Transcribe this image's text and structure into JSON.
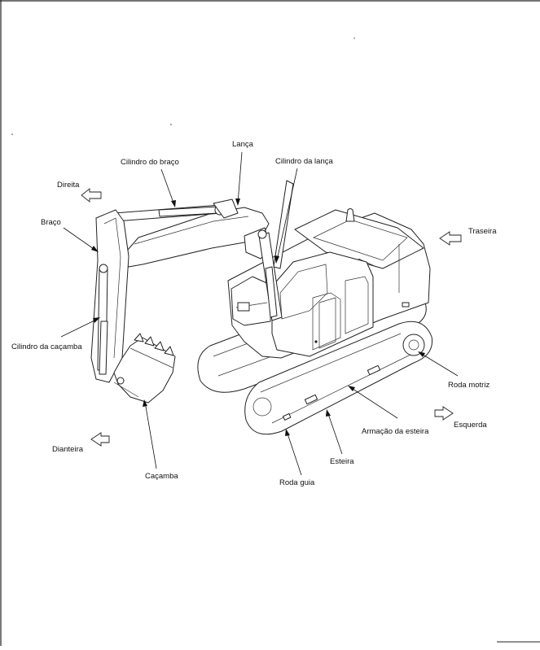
{
  "labels": {
    "lanca": "Lança",
    "cilindro_braco": "Cilindro do braço",
    "cilindro_lanca": "Cilindro da lança",
    "direita": "Direita",
    "braco": "Braço",
    "traseira": "Traseira",
    "cilindro_cacamba": "Cilindro da caçamba",
    "roda_motriz": "Roda motriz",
    "esquerda": "Esquerda",
    "armacao_esteira": "Armação da esteira",
    "dianteira": "Dianteira",
    "esteira": "Esteira",
    "cacamba": "Caçamba",
    "roda_guia": "Roda guia"
  },
  "colors": {
    "line": "#222222",
    "background": "#ffffff"
  }
}
